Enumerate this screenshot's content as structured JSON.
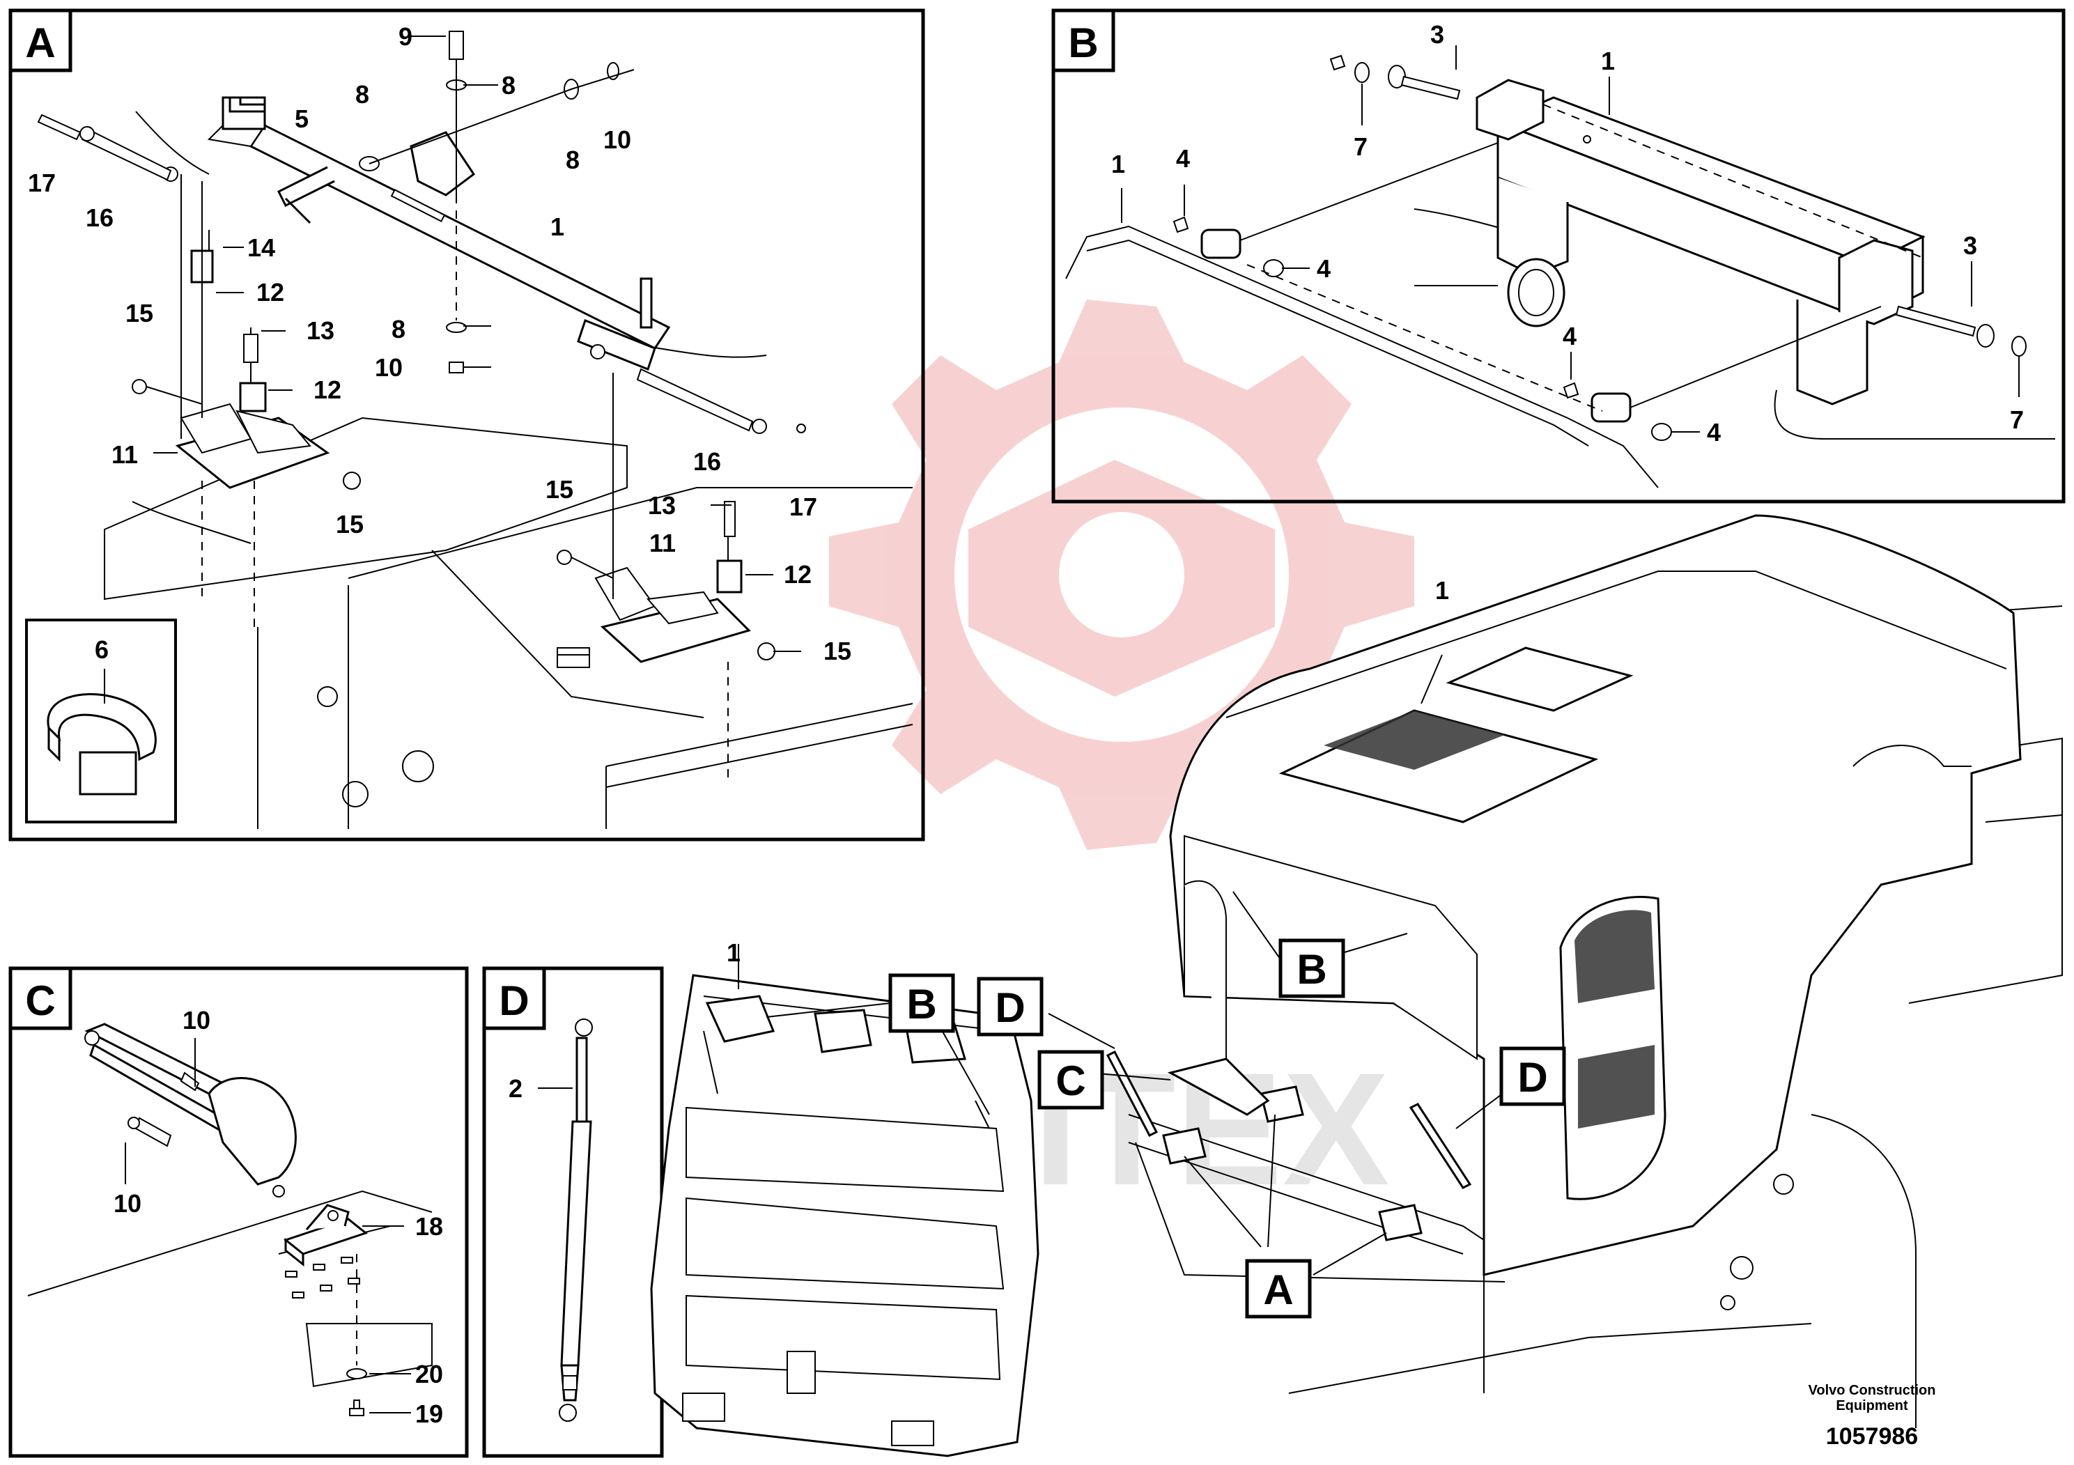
{
  "panels": {
    "A": {
      "letter": "A"
    },
    "B": {
      "letter": "B"
    },
    "C": {
      "letter": "C"
    },
    "D": {
      "letter": "D"
    }
  },
  "main_view": {
    "callouts": {
      "A": "A",
      "B_top": "B",
      "B_cover": "B",
      "C": "C",
      "D_left": "D",
      "D_right": "D"
    },
    "part_labels": {
      "hood": "1",
      "cover": "1"
    }
  },
  "panel_A_labels": {
    "p9": "9",
    "p8a": "8",
    "p8b": "8",
    "p10a": "10",
    "p5": "5",
    "p8c": "8",
    "p17a": "17",
    "p16a": "16",
    "p1": "1",
    "p14": "14",
    "p12a": "12",
    "p15a": "15",
    "p13a": "13",
    "p8d": "8",
    "p10b": "10",
    "p12b": "12",
    "p11a": "11",
    "p15b": "15",
    "p16b": "16",
    "p17b": "17",
    "p15c": "15",
    "p13b": "13",
    "p11b": "11",
    "p12c": "12",
    "p15d": "15",
    "p6": "6"
  },
  "panel_B_labels": {
    "p3a": "3",
    "p1a": "1",
    "p7a": "7",
    "p1b": "1",
    "p4a": "4",
    "p4b": "4",
    "p3b": "3",
    "p4c": "4",
    "p7b": "7",
    "p4d": "4"
  },
  "panel_C_labels": {
    "p10a": "10",
    "p10b": "10",
    "p18": "18",
    "p20": "20",
    "p19": "19"
  },
  "panel_D_labels": {
    "p2": "2"
  },
  "footer": {
    "company": "Volvo Construction",
    "company2": "Equipment",
    "drawing_number": "1057986"
  },
  "watermark": {
    "text": "WHITEX",
    "color": "#e8a0a0"
  }
}
